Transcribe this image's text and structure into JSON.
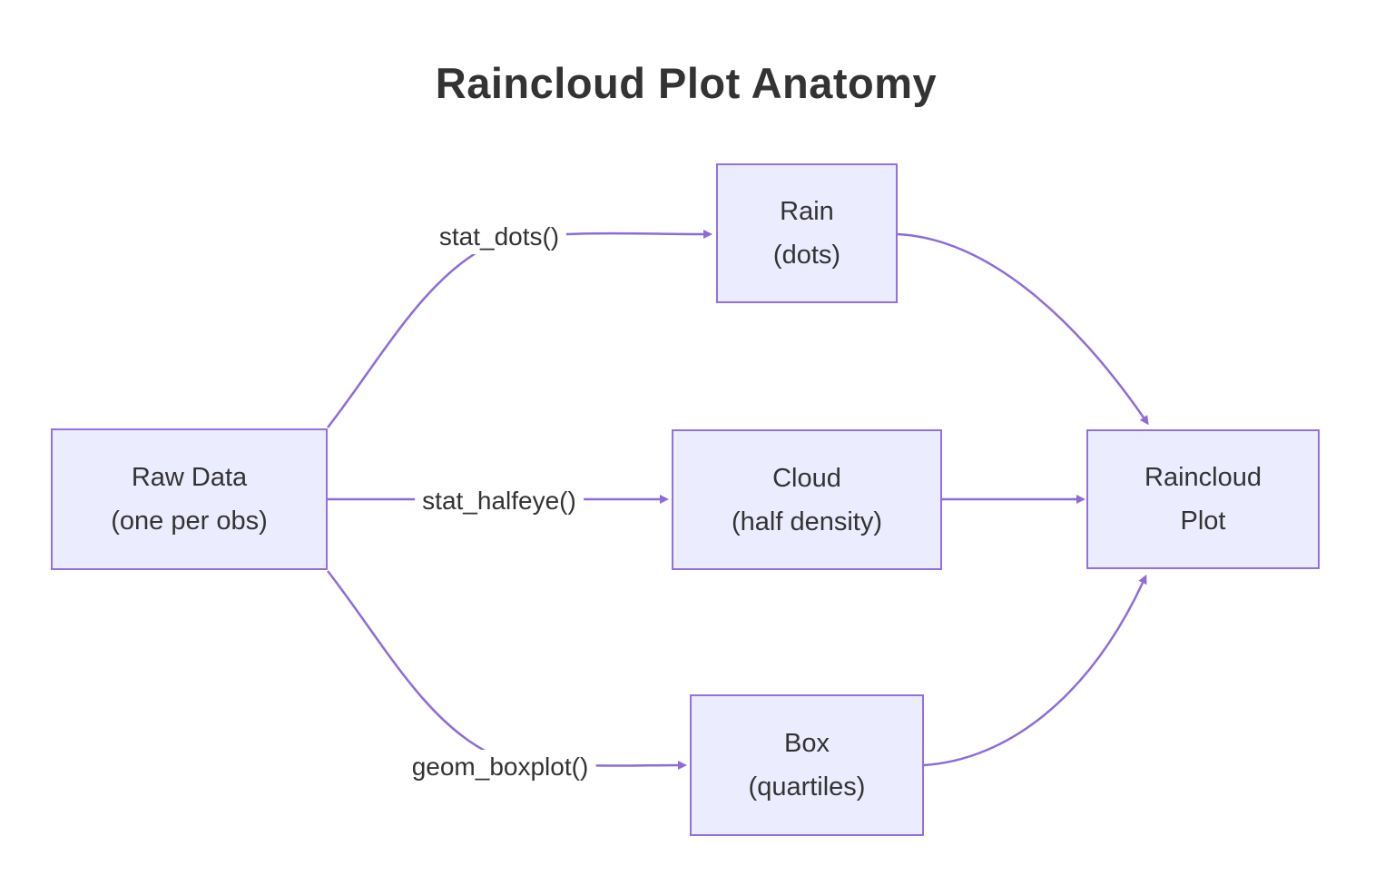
{
  "title": "Raincloud Plot Anatomy",
  "diagram": {
    "nodes": {
      "raw_data": {
        "line1": "Raw Data",
        "line2": "(one per obs)"
      },
      "rain": {
        "line1": "Rain",
        "line2": "(dots)"
      },
      "cloud": {
        "line1": "Cloud",
        "line2": "(half density)"
      },
      "box": {
        "line1": "Box",
        "line2": "(quartiles)"
      },
      "raincloud": {
        "line1": "Raincloud",
        "line2": "Plot"
      }
    },
    "edge_labels": {
      "stat_dots": "stat_dots()",
      "stat_halfeye": "stat_halfeye()",
      "geom_boxplot": "geom_boxplot()"
    },
    "colors": {
      "node_fill": "#ECECFF",
      "node_border": "#9370DB",
      "edge": "#8E6CD8",
      "text": "#333333",
      "bg": "#FFFFFF"
    }
  }
}
